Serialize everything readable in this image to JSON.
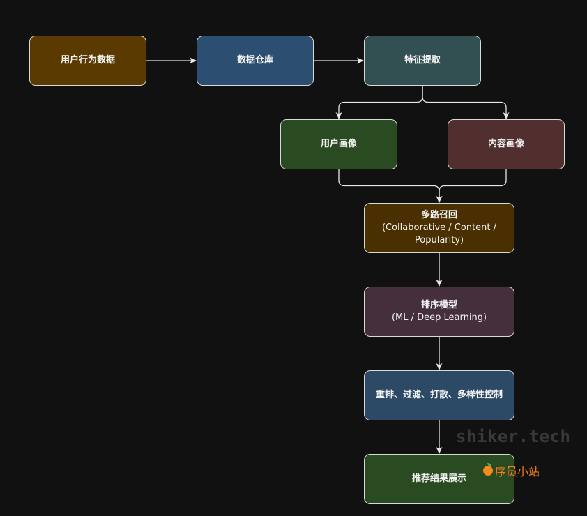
{
  "diagram": {
    "nodes": [
      {
        "id": "user-behavior",
        "title": "用户行为数据",
        "subtitle": "",
        "fill": "#5a3a00"
      },
      {
        "id": "data-warehouse",
        "title": "数据仓库",
        "subtitle": "",
        "fill": "#2c4e70"
      },
      {
        "id": "feature-extraction",
        "title": "特征提取",
        "subtitle": "",
        "fill": "#324f52"
      },
      {
        "id": "user-profile",
        "title": "用户画像",
        "subtitle": "",
        "fill": "#2a4a22"
      },
      {
        "id": "content-profile",
        "title": "内容画像",
        "subtitle": "",
        "fill": "#522f2f"
      },
      {
        "id": "multi-recall",
        "title": "多路召回",
        "subtitle": "(Collaborative / Content / Popularity)",
        "fill": "#4a3000"
      },
      {
        "id": "ranking-model",
        "title": "排序模型",
        "subtitle": "(ML / Deep Learning)",
        "fill": "#452f3d"
      },
      {
        "id": "rerank",
        "title": "重排、过滤、打散、多样性控制",
        "subtitle": "",
        "fill": "#2c4a66"
      },
      {
        "id": "display",
        "title": "推荐结果展示",
        "subtitle": "",
        "fill": "#2a4a22"
      }
    ],
    "edges": [
      {
        "from": "user-behavior",
        "to": "data-warehouse"
      },
      {
        "from": "data-warehouse",
        "to": "feature-extraction"
      },
      {
        "from": "feature-extraction",
        "to": "user-profile"
      },
      {
        "from": "feature-extraction",
        "to": "content-profile"
      },
      {
        "from": "user-profile",
        "to": "multi-recall"
      },
      {
        "from": "content-profile",
        "to": "multi-recall"
      },
      {
        "from": "multi-recall",
        "to": "ranking-model"
      },
      {
        "from": "ranking-model",
        "to": "rerank"
      },
      {
        "from": "rerank",
        "to": "display"
      }
    ],
    "edge_color": "#e8e8e8",
    "background": "#111111"
  },
  "watermark": {
    "site": "shiker.tech",
    "brand": "序员小站",
    "brand_icon": "orange-icon"
  }
}
